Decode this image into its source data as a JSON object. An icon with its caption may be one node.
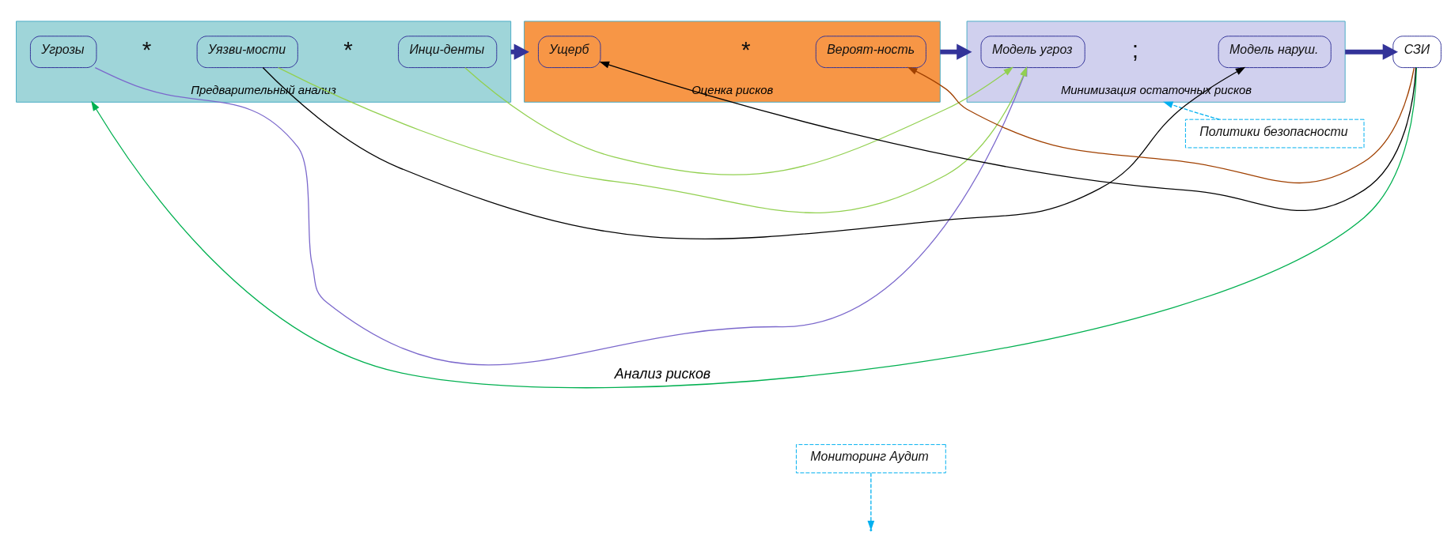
{
  "diagram": {
    "nodes": [
      {
        "text": [
          "Мониторинг Аудит"
        ]
      },
      {
        "text": [
          "Политики безопасности"
        ]
      },
      {
        "text": [
          "Предварительный анализ"
        ]
      },
      {
        "text": [
          "Угрозы"
        ],
        "in": 2
      },
      {
        "text": [
          "Уязви-мости"
        ],
        "in": 2
      },
      {
        "text": [
          "Инци-денты"
        ],
        "in": 2
      },
      {
        "text": [
          "Оценка рисков"
        ]
      },
      {
        "text": [
          "Ущерб"
        ],
        "in": 6
      },
      {
        "text": [
          "Вероят-ность"
        ],
        "in": 6
      },
      {
        "text": [
          "Минимизация остаточных рисков"
        ]
      },
      {
        "text": [
          "Модель угроз"
        ],
        "in": 9
      },
      {
        "text": [
          "Модель наруш."
        ],
        "in": 9
      },
      {
        "text": [
          "СЗИ"
        ]
      }
    ],
    "edges": [
      {
        "from": 0,
        "to": null,
        "arrow": "to",
        "style": "dashed",
        "color": "#00b0f0"
      },
      {
        "from": 1,
        "to": 9,
        "arrow": "to",
        "style": "dashed",
        "color": "#00b0f0"
      },
      {
        "from": 2,
        "to": 6,
        "arrow": "to",
        "style": "thick",
        "color": "#333399"
      },
      {
        "from": 6,
        "to": 9,
        "arrow": "to",
        "style": "thick",
        "color": "#333399"
      },
      {
        "from": 9,
        "to": 12,
        "arrow": "to",
        "style": "thick",
        "color": "#333399"
      },
      {
        "from": 4,
        "to": 10,
        "arrow": "to",
        "color": "#92d050"
      },
      {
        "from": 5,
        "to": 10,
        "arrow": "to",
        "color": "#92d050"
      },
      {
        "from": 3,
        "to": 10,
        "arrow": "to",
        "color": "#7b68cc"
      },
      {
        "from": 4,
        "to": 11,
        "arrow": "to",
        "color": "#000000"
      },
      {
        "from": 12,
        "to": 8,
        "arrow": "to",
        "color": "#a04000"
      },
      {
        "from": 12,
        "to": 7,
        "arrow": "to",
        "color": "#000000"
      },
      {
        "from": 12,
        "to": 2,
        "arrow": "to",
        "label": "Анализ рисков",
        "color": "#00b050"
      }
    ],
    "labels": [
      "*",
      "*",
      "*",
      ";"
    ]
  }
}
